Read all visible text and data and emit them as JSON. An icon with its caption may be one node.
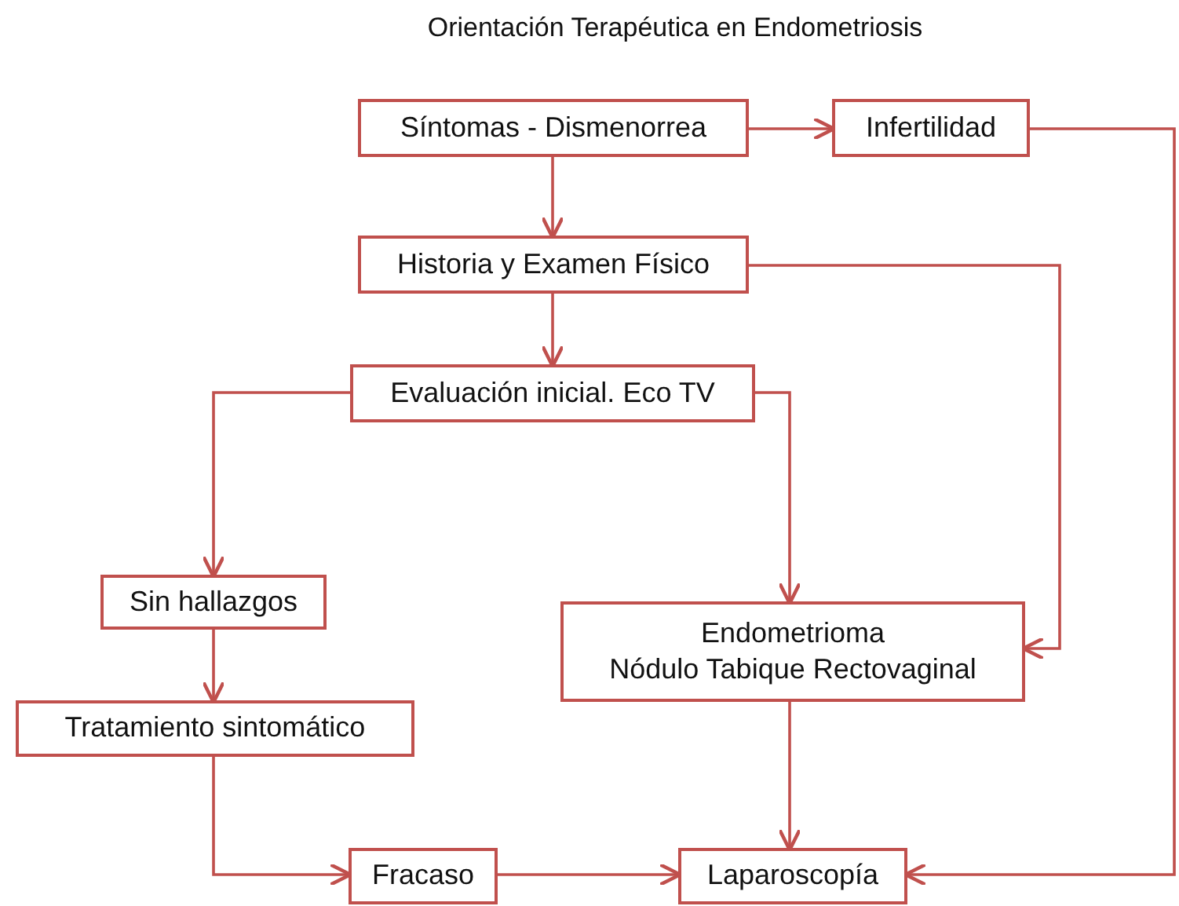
{
  "diagram": {
    "title": "Orientación Terapéutica en Endometriosis",
    "nodes": [
      {
        "text": [
          "Síntomas - Dismenorrea"
        ]
      },
      {
        "text": [
          "Infertilidad"
        ]
      },
      {
        "text": [
          "Historia y Examen Físico"
        ]
      },
      {
        "text": [
          "Evaluación inicial. Eco TV"
        ]
      },
      {
        "text": [
          "Sin hallazgos"
        ]
      },
      {
        "text": [
          "Endometrioma",
          "Nódulo Tabique Rectovaginal"
        ]
      },
      {
        "text": [
          "Tratamiento sintomático"
        ]
      },
      {
        "text": [
          "Fracaso"
        ]
      },
      {
        "text": [
          "Laparoscopía"
        ]
      }
    ],
    "edges": [
      {
        "from": 0,
        "to": 1,
        "arrow": "to"
      },
      {
        "from": 0,
        "to": 2,
        "arrow": "to"
      },
      {
        "from": 2,
        "to": 3,
        "arrow": "to"
      },
      {
        "from": 2,
        "to": 5,
        "arrow": "to"
      },
      {
        "from": 3,
        "to": 4,
        "arrow": "to"
      },
      {
        "from": 3,
        "to": 5,
        "arrow": "to"
      },
      {
        "from": 4,
        "to": 6,
        "arrow": "to"
      },
      {
        "from": 6,
        "to": 7,
        "arrow": "to"
      },
      {
        "from": 7,
        "to": 8,
        "arrow": "to"
      },
      {
        "from": 5,
        "to": 8,
        "arrow": "to"
      },
      {
        "from": 1,
        "to": 8,
        "arrow": "to"
      }
    ]
  }
}
